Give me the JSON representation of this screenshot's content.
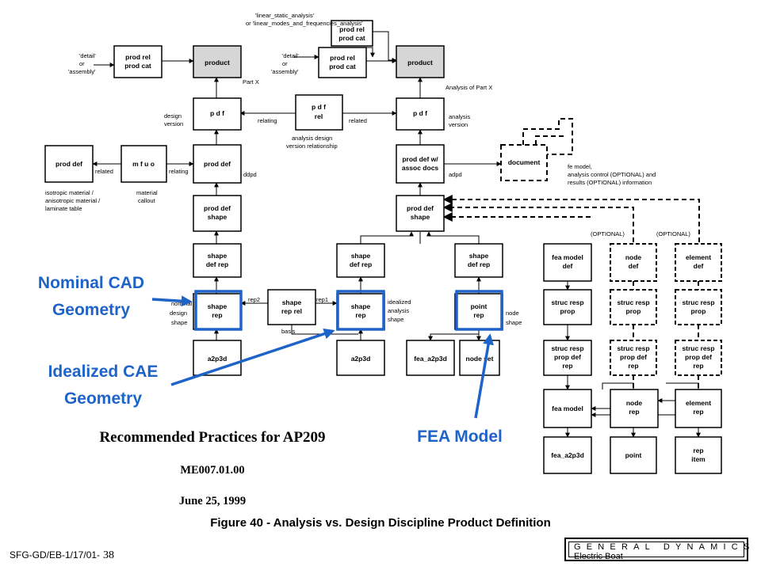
{
  "colors": {
    "accent_blue": "#1e63c8",
    "box_fill": "#ffffff",
    "product_fill": "#d6d6d6",
    "line": "#000000"
  },
  "callouts": {
    "nominal": [
      "Nominal CAD",
      "Geometry"
    ],
    "idealized": [
      "Idealized CAE",
      "Geometry"
    ],
    "fea": "FEA Model"
  },
  "doc": {
    "title": "Recommended Practices for AP209",
    "doc_id": "ME007.01.00",
    "date": "June 25, 1999",
    "figure_caption": "Figure 40 - Analysis vs. Design Discipline Product Definition"
  },
  "footer": {
    "id": "SFG-GD/EB-1/17/01-",
    "page": "38"
  },
  "logo": {
    "name": "GENERAL DYNAMICS",
    "division": "Electric Boat"
  },
  "nodes": {
    "product_design": "product",
    "product_analysis": "product",
    "prodrel_left": [
      "prod rel",
      "prod cat"
    ],
    "prodrel_mid_top": [
      "prod rel",
      "prod cat"
    ],
    "prodrel_mid": [
      "prod rel",
      "prod cat"
    ],
    "pdf_design": "p d f",
    "pdf_rel": [
      "p d f",
      "rel"
    ],
    "pdf_analysis": "p d f",
    "proddef_left": "prod def",
    "mfuo": "m f u o",
    "proddef_design": "prod def",
    "proddef_assoc": [
      "prod def w/",
      "assoc docs"
    ],
    "document": "document",
    "pds_design": [
      "prod def",
      "shape"
    ],
    "pds_analysis": [
      "prod def",
      "shape"
    ],
    "sdr_design": [
      "shape",
      "def rep"
    ],
    "sdr_analysis1": [
      "shape",
      "def rep"
    ],
    "sdr_analysis2": [
      "shape",
      "def rep"
    ],
    "shaperep_design": [
      "shape",
      "rep"
    ],
    "shaperep_rel": [
      "shape",
      "rep rel"
    ],
    "shaperep_analysis": [
      "shape",
      "rep"
    ],
    "pointrep": [
      "point",
      "rep"
    ],
    "a2p3d_design": "a2p3d",
    "a2p3d_analysis": "a2p3d",
    "fea_a2p3d_top": "fea_a2p3d",
    "nodeset": "node set",
    "fea_model_def": [
      "fea model",
      "def"
    ],
    "node_def": [
      "node",
      "def"
    ],
    "element_def": [
      "element",
      "def"
    ],
    "srp_fea": [
      "struc resp",
      "prop"
    ],
    "srp_node": [
      "struc resp",
      "prop"
    ],
    "srp_elem": [
      "struc resp",
      "prop"
    ],
    "srpdr_fea": [
      "struc resp",
      "prop def",
      "rep"
    ],
    "srpdr_node": [
      "struc resp",
      "prop def",
      "rep"
    ],
    "srpdr_elem": [
      "struc resp",
      "prop def",
      "rep"
    ],
    "fea_model": "fea model",
    "node_rep": [
      "node",
      "rep"
    ],
    "element_rep": [
      "element",
      "rep"
    ],
    "fea_a2p3d_bottom": "fea_a2p3d",
    "point": "point",
    "rep_item": [
      "rep",
      "item"
    ]
  },
  "labels": {
    "linear_analysis": [
      "'linear_static_analysis'",
      "or 'linear_modes_and_frequencies_analysis'"
    ],
    "detail_assembly_left": [
      "'detail'",
      "or",
      "'assembly'"
    ],
    "detail_assembly_mid": [
      "'detail'",
      "or",
      "'assembly'"
    ],
    "part_x": "Part X",
    "analysis_of_part_x": "Analysis of Part X",
    "design_version": [
      "design",
      "version"
    ],
    "analysis_version": [
      "analysis",
      "version"
    ],
    "relating": "relating",
    "related": "related",
    "analysis_design_version_rel": [
      "analysis design",
      "version relationship"
    ],
    "related_left": "related",
    "relating_left": "relating",
    "ddpd": "ddpd",
    "adpd": "adpd",
    "fe_model_info": [
      "fe model,",
      "analysis control (OPTIONAL) and",
      "results (OPTIONAL) information"
    ],
    "isotropic": [
      "isotropic material /",
      "anisotropic material /",
      "laminate table"
    ],
    "material_callout": [
      "material",
      "callout"
    ],
    "optional_node": "(OPTIONAL)",
    "optional_elem": "(OPTIONAL)",
    "nominal_design_shape": [
      "nominal",
      "design",
      "shape"
    ],
    "rep2": "rep2",
    "rep1": "rep1",
    "basis": "basis",
    "idealized_analysis_shape": [
      "idealized",
      "analysis",
      "shape"
    ],
    "node_shape": [
      "node",
      "shape"
    ]
  }
}
